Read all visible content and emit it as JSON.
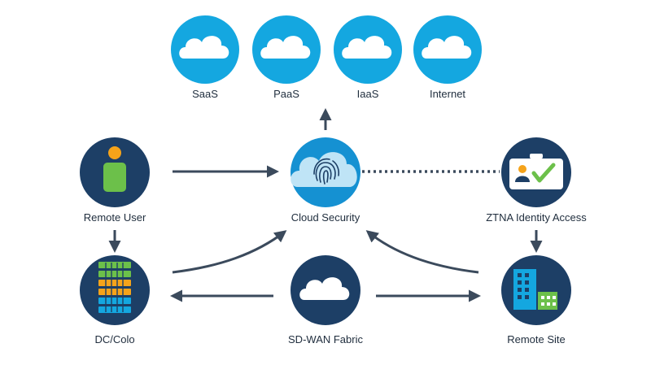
{
  "nodes": {
    "saas": {
      "label": "SaaS"
    },
    "paas": {
      "label": "PaaS"
    },
    "iaas": {
      "label": "IaaS"
    },
    "internet": {
      "label": "Internet"
    },
    "remote_user": {
      "label": "Remote User"
    },
    "cloud_security": {
      "label": "Cloud Security"
    },
    "ztna": {
      "label": "ZTNA Identity Access"
    },
    "dc_colo": {
      "label": "DC/Colo"
    },
    "sdwan": {
      "label": "SD-WAN Fabric"
    },
    "remote_site": {
      "label": "Remote Site"
    }
  },
  "colors": {
    "sky_blue": "#14a7e0",
    "navy": "#1d3f66",
    "arrow": "#3b4a5c",
    "green": "#6cc04a",
    "orange": "#f5a31a",
    "text": "#1f2d3d"
  }
}
